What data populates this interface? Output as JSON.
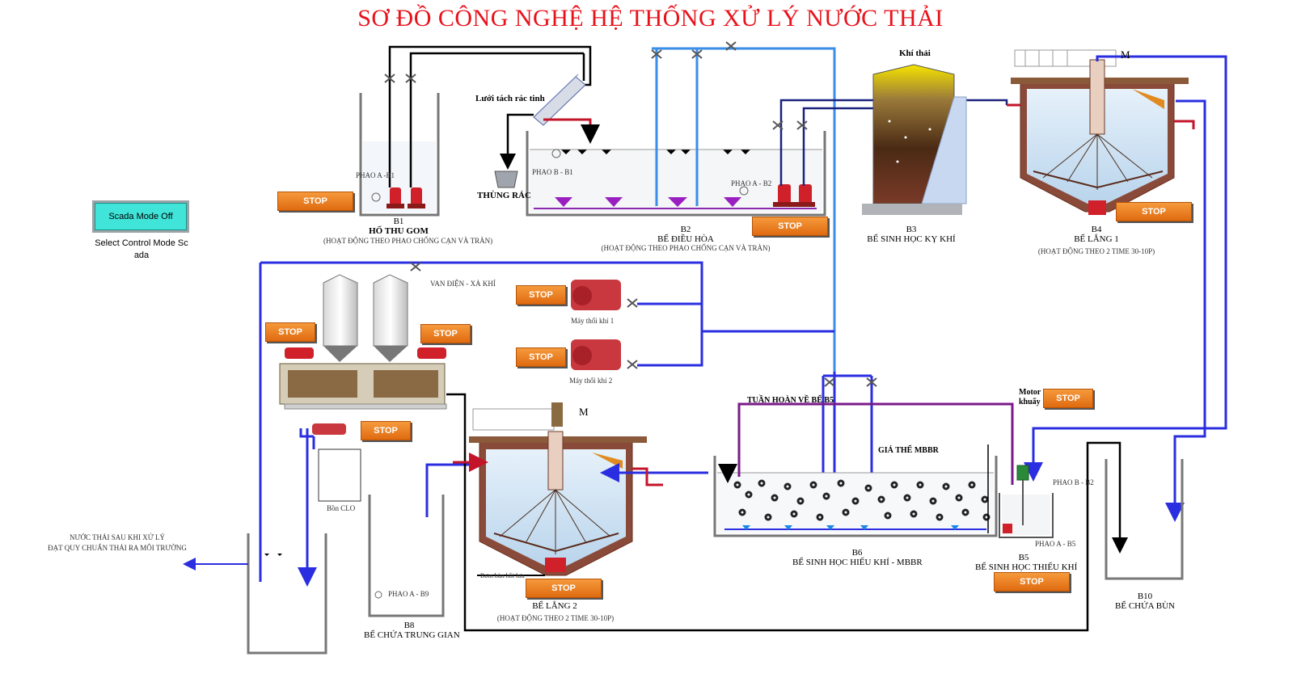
{
  "title": "SƠ ĐỒ CÔNG NGHỆ HỆ THỐNG XỬ LÝ NƯỚC THẢI",
  "scada": {
    "button_label": "Scada Mode Off",
    "caption_line1": "Select Control Mode Sc",
    "caption_line2": "ada"
  },
  "stop_label": "STOP",
  "labels": {
    "b1_code": "B1",
    "b1_name": "HỐ THU GOM",
    "b1_note": "(HOẠT ĐỘNG THEO PHAO CHỐNG CẠN VÀ TRÀN)",
    "phao_a_b1": "PHAO A -B1",
    "screen": "Lưới tách rác tinh",
    "trash": "THÙNG RÁC",
    "phao_b_b1": "PHAO B - B1",
    "phao_a_b2": "PHAO A - B2",
    "b2_code": "B2",
    "b2_name": "BỂ ĐIỀU HÒA",
    "b2_note": "(HOẠT ĐỘNG THEO PHAO CHỐNG CẠN VÀ TRÀN)",
    "gas": "Khí thải",
    "b3_code": "B3",
    "b3_name": "BỂ SINH HỌC KỴ KHÍ",
    "b4_code": "B4",
    "b4_name": "BỂ LẮNG 1",
    "b4_note": "(HOẠT ĐỘNG THEO 2 TIME 30-10P)",
    "b4_motor": "M",
    "valve_vent": "VAN ĐIỆN - XẢ KHÍ",
    "blower1": "Máy thổi khí 1",
    "blower2": "Máy thổi khí 2",
    "recirc": "TUẦN HOÀN VỀ BỂ B5",
    "motor_mix_1": "Motor",
    "motor_mix_2": "khuấy",
    "mbbr_media": "GIÁ THỂ MBBR",
    "phao_b_b2": "PHAO  B - B2",
    "phao_a_b5": "PHAO  A - B5",
    "b6_code": "B6",
    "b6_name": "BỂ SINH HỌC HIẾU KHÍ - MBBR",
    "b5_code": "B5",
    "b5_name": "BỂ SINH HỌC THIẾU KHÍ",
    "b10_code": "B10",
    "b10_name": "BỂ CHỨA BÙN",
    "b7_motor": "M",
    "sludge_pump": "Bơm bùn hồi lưu",
    "b7_code": "B7",
    "b7_name": "BỂ LẮNG 2",
    "b7_note": "(HOẠT ĐỘNG THEO 2 TIME 30-10P)",
    "phao_a_b9": "PHAO A - B9",
    "b8_code": "B8",
    "b8_name": "BỂ CHỨA TRUNG GIAN",
    "clo": "Bồn CLO",
    "outlet_1": "NƯỚC THẢI SAU KHI XỬ LÝ",
    "outlet_2": "ĐẠT QUY CHUẨN THẢI RA MÔI TRƯỜNG"
  },
  "colors": {
    "title": "#e8121b",
    "stop": "#ef7d1f",
    "scada": "#40e4d8",
    "pipe_blue": "#2a2ee0",
    "pipe_light": "#3a8ee8",
    "pipe_red": "#c4142a",
    "pipe_purple": "#7a1a8a",
    "water": "#cfe3f2"
  }
}
